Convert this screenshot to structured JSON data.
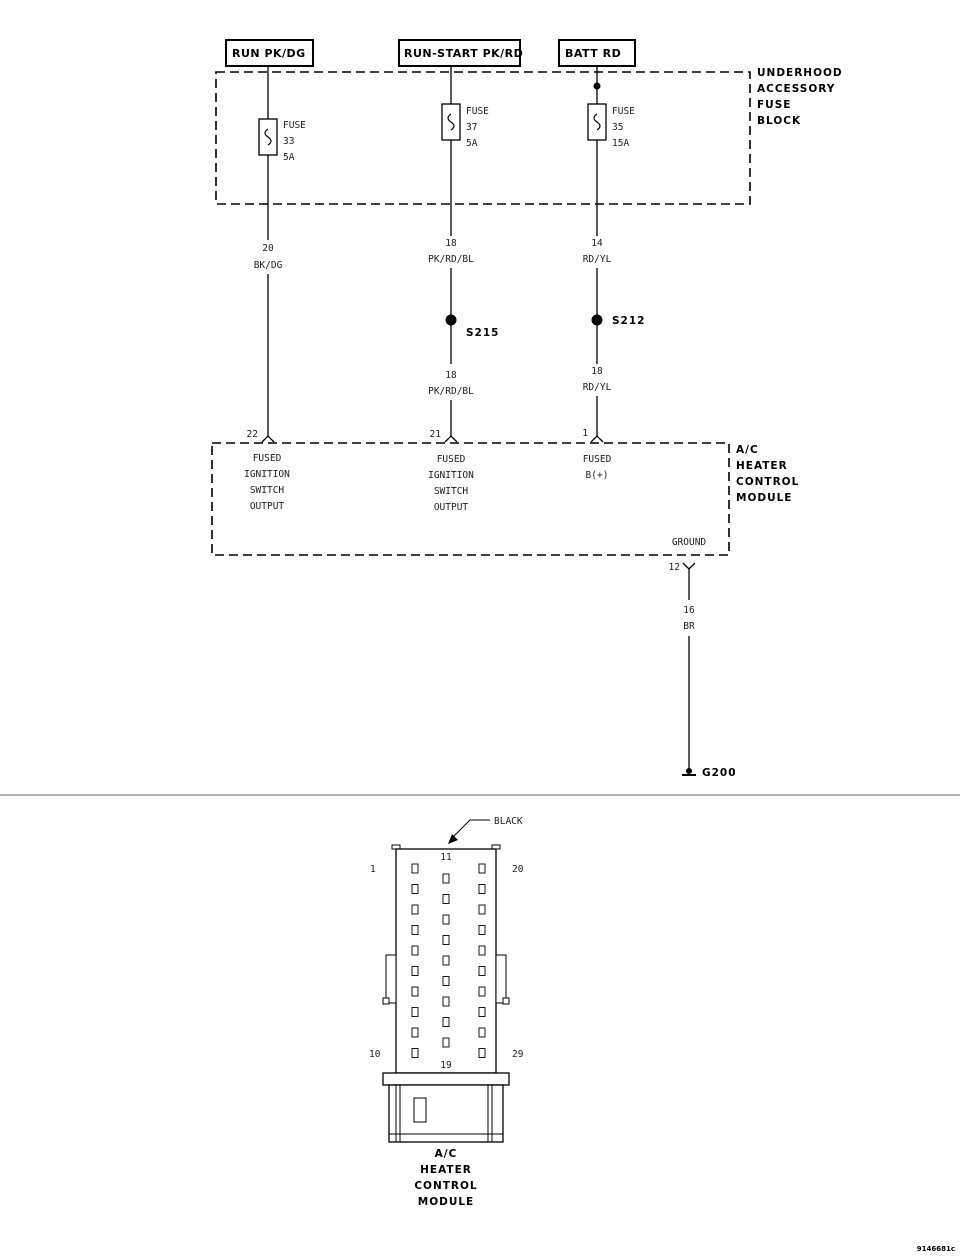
{
  "power_sources": [
    {
      "label": "RUN PK/DG"
    },
    {
      "label": "RUN-START PK/RD"
    },
    {
      "label": "BATT RD"
    }
  ],
  "fuse_block": {
    "title_lines": [
      "UNDERHOOD",
      "ACCESSORY",
      "FUSE",
      "BLOCK"
    ],
    "fuses": [
      {
        "lines": [
          "FUSE",
          "33",
          "5A"
        ]
      },
      {
        "lines": [
          "FUSE",
          "37",
          "5A"
        ]
      },
      {
        "lines": [
          "FUSE",
          "35",
          "15A"
        ]
      }
    ]
  },
  "wires": {
    "w1": {
      "gauge": "20",
      "color": "BK/DG"
    },
    "w2a": {
      "gauge": "18",
      "color": "PK/RD/BL"
    },
    "w2b": {
      "gauge": "18",
      "color": "PK/RD/BL"
    },
    "w3a": {
      "gauge": "14",
      "color": "RD/YL"
    },
    "w3b": {
      "gauge": "18",
      "color": "RD/YL"
    },
    "ground": {
      "gauge": "16",
      "color": "BR"
    }
  },
  "splices": {
    "s1": "S215",
    "s2": "S212"
  },
  "module": {
    "title_lines": [
      "A/C",
      "HEATER",
      "CONTROL",
      "MODULE"
    ],
    "pins": [
      {
        "number": "22",
        "lines": [
          "FUSED",
          "IGNITION",
          "SWITCH",
          "OUTPUT"
        ]
      },
      {
        "number": "21",
        "lines": [
          "FUSED",
          "IGNITION",
          "SWITCH",
          "OUTPUT"
        ]
      },
      {
        "number": "1",
        "lines": [
          "FUSED",
          "B(+)"
        ]
      }
    ],
    "ground_label": "GROUND",
    "ground_pin": "12"
  },
  "ground_point": "G200",
  "connector": {
    "color_label": "BLACK",
    "pin_first": "1",
    "pin_top_mid": "11",
    "pin_top_right": "20",
    "pin_bottom_left": "10",
    "pin_bottom_mid": "19",
    "pin_bottom_right": "29",
    "title_lines": [
      "A/C",
      "HEATER",
      "CONTROL",
      "MODULE"
    ]
  },
  "figure_id": "9146681c"
}
